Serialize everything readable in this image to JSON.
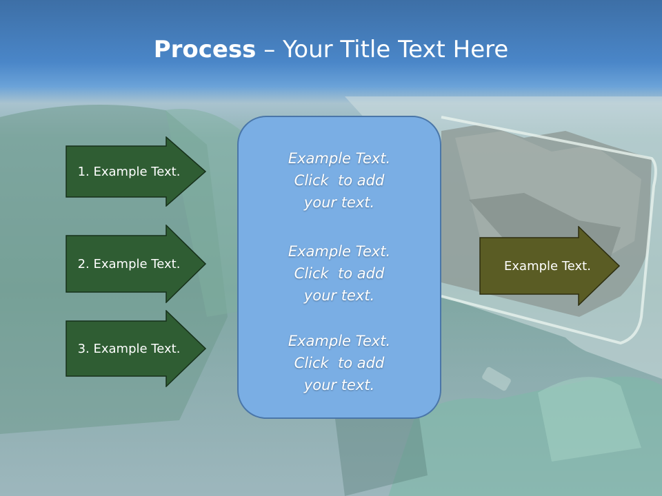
{
  "slide": {
    "title_bold": "Process",
    "title_rest": " – Your Title Text Here",
    "steps": [
      {
        "label": "1. Example Text."
      },
      {
        "label": "2. Example Text."
      },
      {
        "label": "3. Example Text."
      }
    ],
    "center_paragraphs": [
      [
        "Example Text.",
        "Click  to add",
        "your text."
      ],
      [
        "Example Text.",
        "Click  to add",
        "your text."
      ],
      [
        "Example Text.",
        "Click  to add",
        "your text."
      ]
    ],
    "result_label": "Example Text.",
    "colors": {
      "step_arrow_fill": "#2f5d33",
      "result_arrow_fill": "#5a5c24",
      "center_box_fill": "#7aaee4",
      "title_band": "#4a86c8"
    }
  }
}
